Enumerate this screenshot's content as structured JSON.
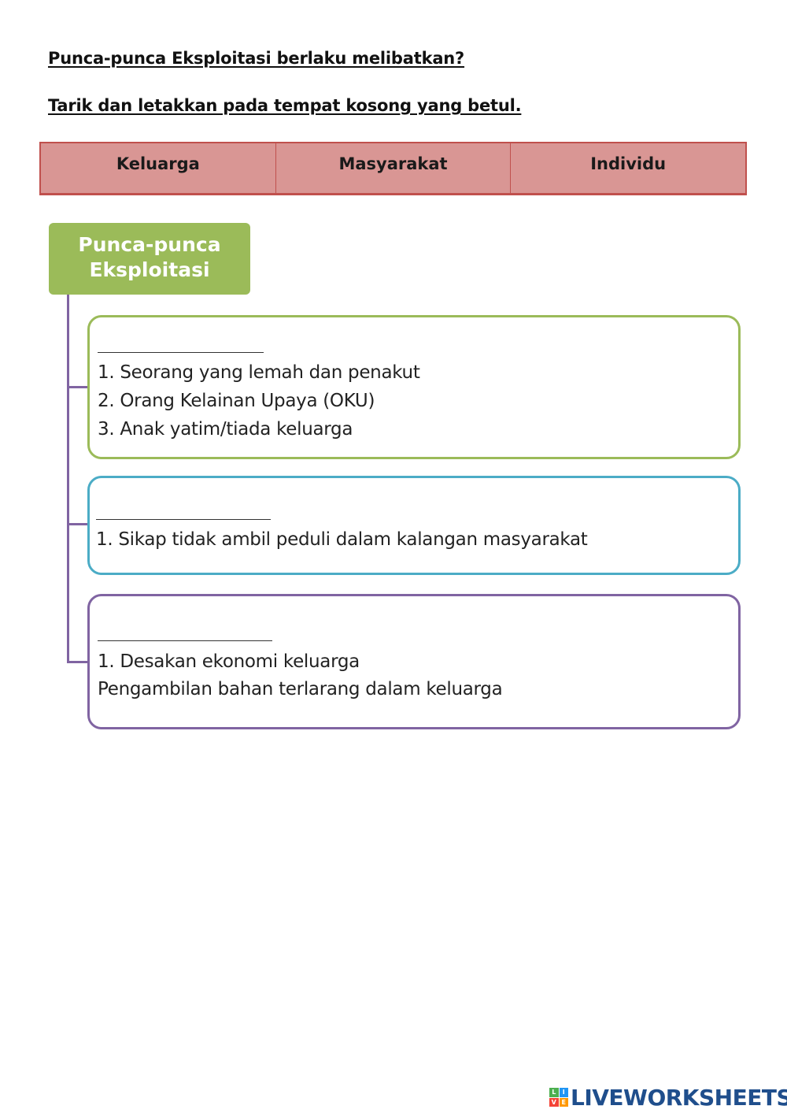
{
  "question_title": "Punca-punca Eksploitasi berlaku melibatkan?",
  "instruction": "Tarik dan letakkan pada tempat kosong yang betul.",
  "answer_bank": [
    "Keluarga",
    "Masyarakat",
    "Individu"
  ],
  "root": {
    "line1": "Punca-punca",
    "line2": "Eksploitasi"
  },
  "branches": [
    {
      "blank": "",
      "items": [
        "1. Seorang yang lemah dan penakut",
        "2. Orang Kelainan Upaya (OKU)",
        "3. Anak yatim/tiada keluarga"
      ]
    },
    {
      "blank": "",
      "items": [
        "1. Sikap tidak ambil peduli dalam kalangan masyarakat"
      ]
    },
    {
      "blank": "",
      "items": [
        "1. Desakan ekonomi keluarga",
        "Pengambilan bahan terlarang dalam keluarga"
      ]
    }
  ],
  "colors": {
    "answer_bank_fill": "#d99694",
    "answer_bank_border": "#c0504d",
    "root_fill": "#9bbb59",
    "branch1_border": "#9bbb59",
    "branch2_border": "#4bacc6",
    "branch3_border": "#8064a2",
    "connector": "#8064a2"
  },
  "footer": {
    "logo_letters": [
      "L",
      "I",
      "V",
      "E"
    ],
    "brand": "LIVEWORKSHEETS"
  }
}
